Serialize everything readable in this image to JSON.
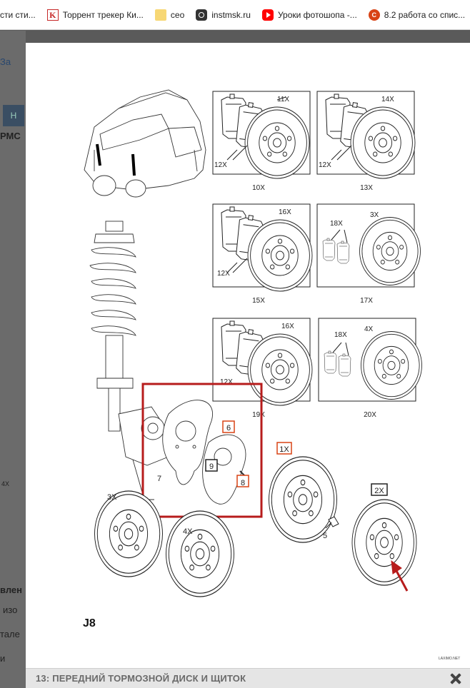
{
  "bookmarks": [
    {
      "label": "сти сти...",
      "icon": "none"
    },
    {
      "label": "Торрент трекер Ки...",
      "icon": "k-logo-icon"
    },
    {
      "label": "ceo",
      "icon": "folder-icon"
    },
    {
      "label": "instmsk.ru",
      "icon": "instagram-icon"
    },
    {
      "label": "Уроки фотошопа -...",
      "icon": "youtube-icon"
    },
    {
      "label": "8.2 работа со спис...",
      "icon": "hex-logo-icon"
    }
  ],
  "background_page": {
    "link": "За",
    "tab": "Н",
    "heading": "РМС",
    "label_4x": "4X",
    "text_1": "влен",
    "text_2": "изо",
    "text_3": "тале",
    "text_4": "и"
  },
  "diagram": {
    "panel_labels": [
      "10X",
      "13X",
      "15X",
      "17X",
      "19X",
      "20X"
    ],
    "panel_counts": {
      "p10": [
        "11X",
        "12X"
      ],
      "p13": [
        "14X",
        "12X"
      ],
      "p15": [
        "16X",
        "12X"
      ],
      "p17": [
        "18X",
        "3X"
      ],
      "p19": [
        "16X",
        "12X"
      ],
      "p20": [
        "18X",
        "4X"
      ]
    },
    "callouts": [
      "6",
      "9",
      "8",
      "1X",
      "2X"
    ],
    "part_labels": [
      "7",
      "5",
      "3X",
      "4X"
    ],
    "figure_id": "J8",
    "watermark": "LAXIMO.NET",
    "highlight_color": "#b71c1c"
  },
  "caption": "13: ПЕРЕДНИЙ ТОРМОЗНОЙ ДИСК И ЩИТОК"
}
